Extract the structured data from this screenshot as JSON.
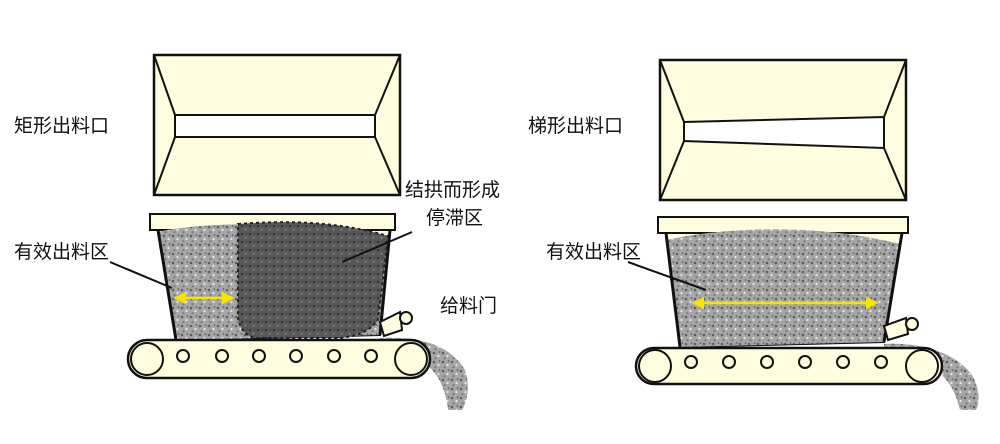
{
  "left": {
    "outlet_label": "矩形出料口",
    "effective_label": "有效出料区",
    "arch_label_line1": "结拱而形成",
    "arch_label_line2": "停滞区",
    "gate_label": "给料门"
  },
  "right": {
    "outlet_label": "梯形出料口",
    "effective_label": "有效出料区"
  },
  "colors": {
    "hopper_fill": "#fffde0",
    "material": "#a9a9a9",
    "stagnant": "#555555",
    "arrow": "#f5e600",
    "outline": "#111111"
  }
}
